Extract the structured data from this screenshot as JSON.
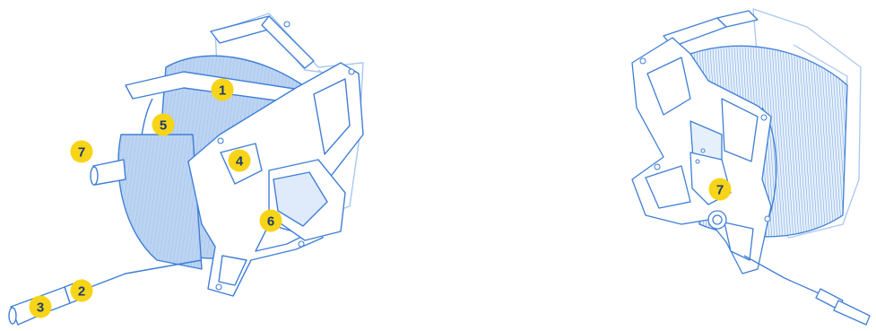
{
  "colors": {
    "line": "#3f7fd6",
    "line_light": "#a9c8ef",
    "fill_spool": "#bcd4f2",
    "fill_spool_dark": "#8fb5e6",
    "callout_fill": "#f7d417",
    "callout_text": "#1d3b6e",
    "background": "#ffffff"
  },
  "callouts_left": [
    {
      "id": "c1",
      "label": "1"
    },
    {
      "id": "c2",
      "label": "2"
    },
    {
      "id": "c3",
      "label": "3"
    },
    {
      "id": "c4",
      "label": "4"
    },
    {
      "id": "c5",
      "label": "5"
    },
    {
      "id": "c6",
      "label": "6"
    },
    {
      "id": "c7",
      "label": "7"
    }
  ],
  "callouts_right": [
    {
      "id": "r7",
      "label": "7"
    }
  ]
}
